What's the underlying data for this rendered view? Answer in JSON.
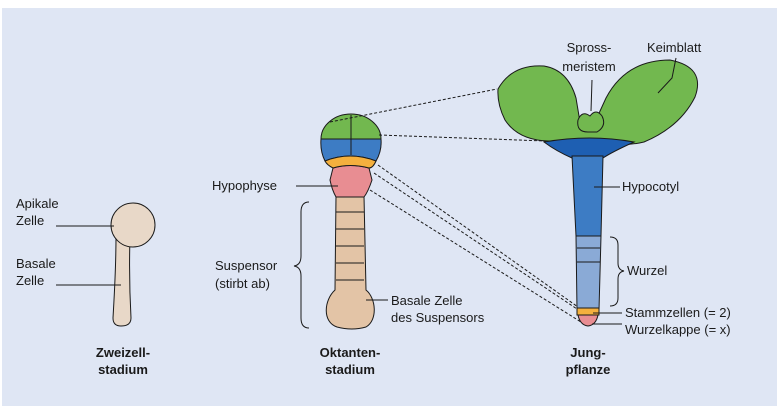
{
  "colors": {
    "background": "#dfe6f4",
    "beige": "#e8d8c8",
    "suspensor": "#e3c4a6",
    "hypophyse": "#e88d92",
    "orange": "#f4b03e",
    "green": "#72b84f",
    "blue_upper": "#3d7cc4",
    "blue_band": "#1e5fb2",
    "blue_light": "#8aaad6",
    "root_cap": "#e88d92"
  },
  "stage1": {
    "apikale": "Apikale",
    "apikale2": "Zelle",
    "basale": "Basale",
    "basale2": "Zelle",
    "caption1": "Zweizell-",
    "caption2": "stadium"
  },
  "stage2": {
    "hypophyse": "Hypophyse",
    "suspensor1": "Suspensor",
    "suspensor2": "(stirbt ab)",
    "basale1": "Basale Zelle",
    "basale2": "des Suspensors",
    "caption1": "Oktanten-",
    "caption2": "stadium"
  },
  "stage3": {
    "spross1": "Spross-",
    "spross2": "meristem",
    "keimblatt": "Keimblatt",
    "hypocotyl": "Hypocotyl",
    "wurzel": "Wurzel",
    "stammzellen": "Stammzellen (= 2)",
    "wurzelkappe": "Wurzelkappe (= x)",
    "caption1": "Jung-",
    "caption2": "pflanze"
  }
}
